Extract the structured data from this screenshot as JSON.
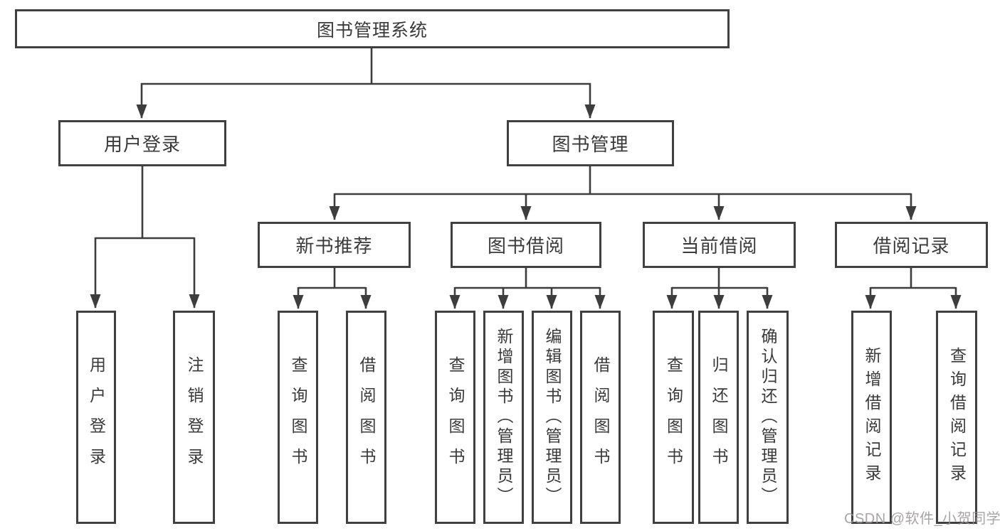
{
  "diagram": {
    "title_node": {
      "label": "图书管理系统"
    },
    "level2": [
      {
        "id": "user-login",
        "label": "用户登录"
      },
      {
        "id": "book-management",
        "label": "图书管理"
      }
    ],
    "level3": [
      {
        "id": "new-book-recommend",
        "parent": "图书管理",
        "label": "新书推荐"
      },
      {
        "id": "book-borrow",
        "parent": "图书管理",
        "label": "图书借阅"
      },
      {
        "id": "current-borrow",
        "parent": "图书管理",
        "label": "当前借阅"
      },
      {
        "id": "borrow-records",
        "parent": "图书管理",
        "label": "借阅记录"
      }
    ],
    "leaves": [
      {
        "parent": "用户登录",
        "label": "用户登录"
      },
      {
        "parent": "用户登录",
        "label": "注销登录"
      },
      {
        "parent": "新书推荐",
        "label": "查询图书"
      },
      {
        "parent": "新书推荐",
        "label": "借阅图书"
      },
      {
        "parent": "图书借阅",
        "label": "查询图书"
      },
      {
        "parent": "图书借阅",
        "label": "新增图书（管理员）"
      },
      {
        "parent": "图书借阅",
        "label": "编辑图书（管理员）"
      },
      {
        "parent": "图书借阅",
        "label": "借阅图书"
      },
      {
        "parent": "当前借阅",
        "label": "查询图书"
      },
      {
        "parent": "当前借阅",
        "label": "归还图书"
      },
      {
        "parent": "当前借阅",
        "label": "确认归还（管理员）"
      },
      {
        "parent": "借阅记录",
        "label": "新增借阅记录"
      },
      {
        "parent": "借阅记录",
        "label": "查询借阅记录"
      }
    ]
  },
  "watermark": {
    "text": "CSDN @软件_小贺同学"
  },
  "colors": {
    "background": "#ffffff",
    "line": "#3d3d3d",
    "box_border": "#404040",
    "text": "#3a3a3a",
    "watermark": "#999494"
  }
}
